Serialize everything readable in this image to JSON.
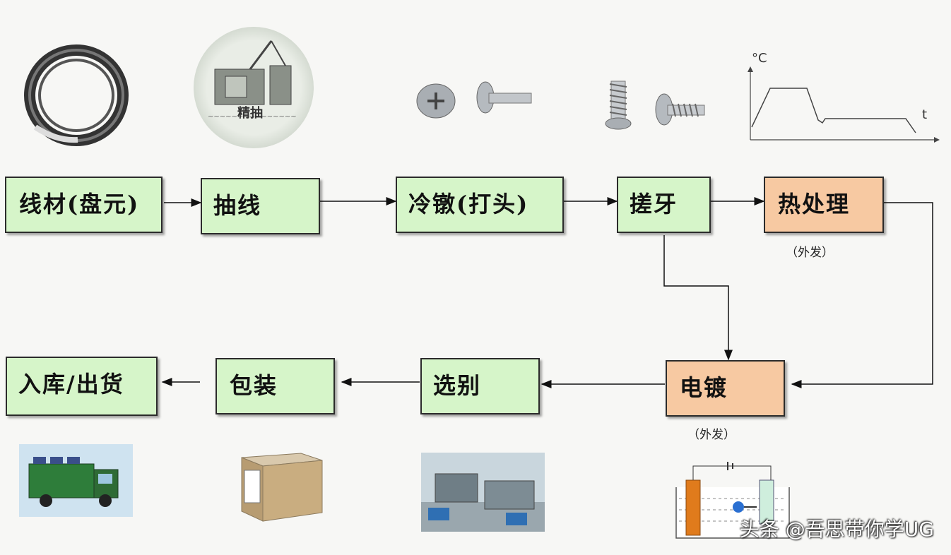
{
  "steps": {
    "wire": "线材(盘元)",
    "draw": "抽线",
    "heading": "冷镦(打头)",
    "thread": "搓牙",
    "heat": "热处理",
    "plating": "电镀",
    "sort": "选别",
    "pack": "包装",
    "ship": "入库/出货"
  },
  "notes": {
    "heat_outsourced": "（外发）",
    "plating_outsourced": "（外发）"
  },
  "illustrations": {
    "drawing_machine_label": "精抽",
    "temp_axis_label": "°C",
    "time_axis_label": "t"
  },
  "watermark": "头条 @吾思带你学UG",
  "colors": {
    "process_fill": "#d6f5c9",
    "outsourced_fill": "#f7c9a2",
    "arrow": "#111111"
  }
}
